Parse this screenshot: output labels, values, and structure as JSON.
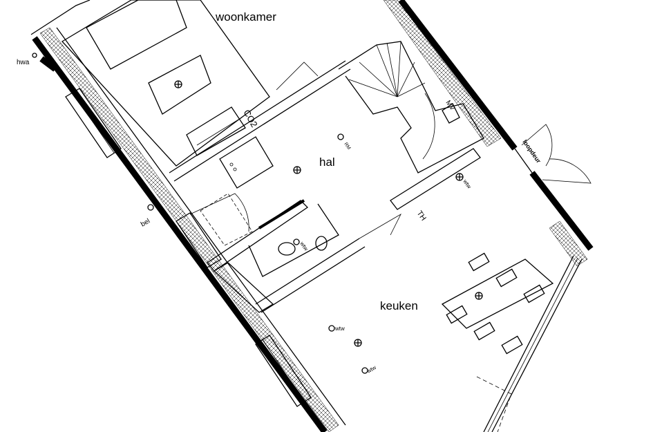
{
  "rooms": {
    "living": "woonkamer",
    "hall": "hal",
    "kitchen": "keuken"
  },
  "annotations": {
    "hwa": "hwa",
    "bel": "bel",
    "co2": "CO2",
    "rm": "RM",
    "mv": "MV",
    "th": "TH",
    "wtw_hall": "wtw",
    "wtw_toilet": "wtw",
    "wtw_kitchen_1": "wtw",
    "wtw_kitchen_2": "wtw",
    "door": "loopdeur"
  }
}
